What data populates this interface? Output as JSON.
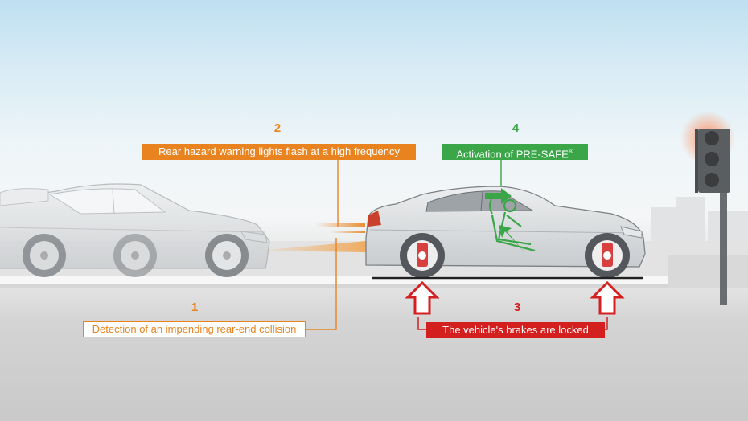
{
  "callouts": [
    {
      "number": "1",
      "text": "Detection of an impending rear-end collision"
    },
    {
      "number": "2",
      "text": "Rear hazard warning lights flash at a high frequency"
    },
    {
      "number": "3",
      "text": "The vehicle's brakes are locked"
    },
    {
      "number": "4",
      "text": "Activation of PRE-SAFE",
      "superscript": "®"
    }
  ],
  "colors": {
    "orange": "#e8831f",
    "green": "#3aa648",
    "red": "#d41f1f"
  },
  "icons": [
    "rear-car",
    "front-car",
    "traffic-light",
    "brake-arrow-icon",
    "occupant-arrow-icon",
    "skyline"
  ]
}
